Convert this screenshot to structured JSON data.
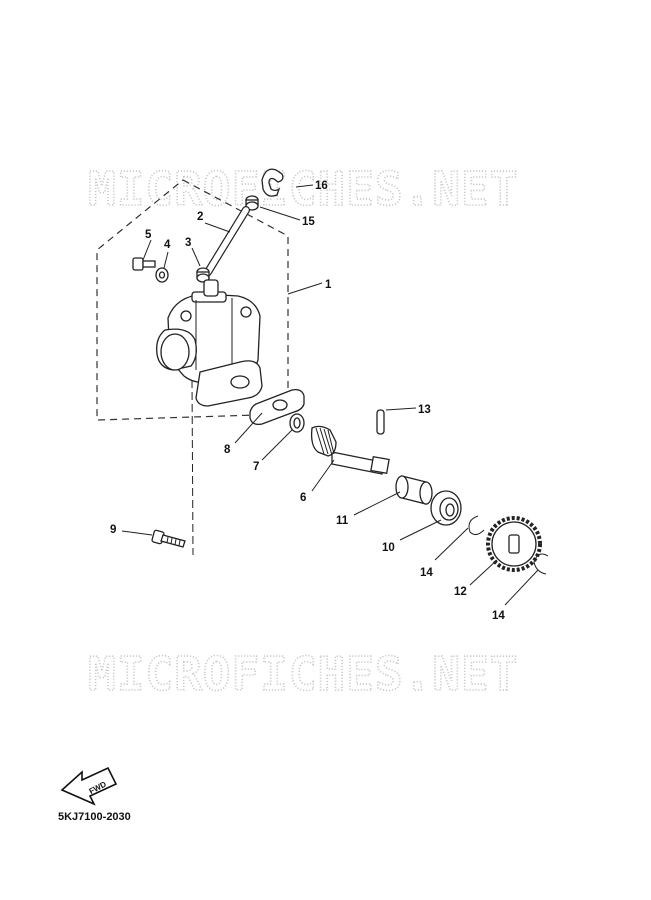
{
  "watermark": "MICROFICHES.NET",
  "diagram_code": "5KJ7100-2030",
  "fwd_label": "FWD",
  "callouts": {
    "c1": "1",
    "c2": "2",
    "c3": "3",
    "c4": "4",
    "c5": "5",
    "c6": "6",
    "c7": "7",
    "c8": "8",
    "c9": "9",
    "c10": "10",
    "c11": "11",
    "c12": "12",
    "c13": "13",
    "c14a": "14",
    "c14b": "14",
    "c15": "15",
    "c16": "16"
  }
}
